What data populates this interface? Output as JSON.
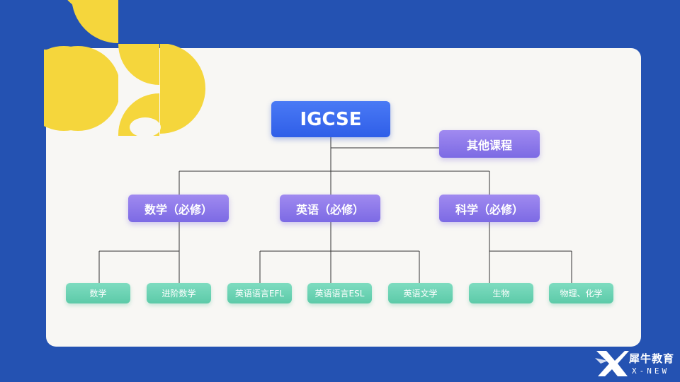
{
  "root": "IGCSE",
  "other": "其他课程",
  "subjects": [
    {
      "label": "数学（必修）",
      "children": [
        "数学",
        "进阶数学"
      ]
    },
    {
      "label": "英语（必修）",
      "children": [
        "英语语言EFL",
        "英语语言ESL",
        "英语文学"
      ]
    },
    {
      "label": "科学（必修）",
      "children": [
        "生物",
        "物理、化学"
      ]
    }
  ],
  "logo": {
    "name": "犀牛教育",
    "sub": "X-NEW"
  },
  "colors": {
    "background": "#2452b2",
    "yellow": "#f5d63c",
    "root": "#3d6cf0",
    "subject": "#8c78ea",
    "leaf": "#6ed3b5"
  }
}
